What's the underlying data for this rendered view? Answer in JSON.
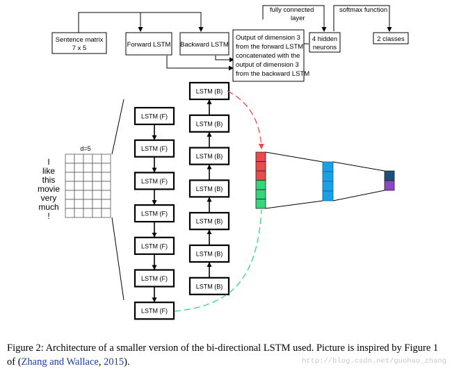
{
  "top_flow": {
    "sentence_matrix_line1": "Sentence matrix",
    "sentence_matrix_line2": "7 x 5",
    "forward_lstm": "Forward LSTM",
    "backward_lstm": "Backward LSTM",
    "concat_lines": [
      "Output of dimension 3",
      "from the forward LSTM",
      "concatenated with the",
      "output of dimension 3",
      "from the backward LSTM"
    ],
    "fc_label_line1": "fully connected",
    "fc_label_line2": "layer",
    "hidden_line1": "4 hidden",
    "hidden_line2": "neurons",
    "softmax_label": "softmax function",
    "classes": "2 classes"
  },
  "matrix": {
    "label": "d=5",
    "rows": 7,
    "cols": 5,
    "words": [
      "I",
      "like",
      "this",
      "movie",
      "very",
      "much",
      "!"
    ]
  },
  "forward_cells": [
    "LSTM (F)",
    "LSTM (F)",
    "LSTM (F)",
    "LSTM (F)",
    "LSTM (F)",
    "LSTM (F)",
    "LSTM (F)"
  ],
  "backward_cells": [
    "LSTM (B)",
    "LSTM (B)",
    "LSTM (B)",
    "LSTM (B)",
    "LSTM (B)",
    "LSTM (B)",
    "LSTM (B)"
  ],
  "vectors": {
    "concat_colors": [
      "#e94a4a",
      "#e94a4a",
      "#e94a4a",
      "#35d67a",
      "#35d67a",
      "#35d67a"
    ],
    "hidden_color": "#1aa0e6",
    "hidden_units": 4,
    "output_colors": [
      "#1e4f7a",
      "#8a47c2"
    ]
  },
  "colors": {
    "backward_arrow": "#e94a4a",
    "forward_arrow": "#35d67a"
  },
  "caption": {
    "text_before": "Figure 2: Architecture of a smaller version of the bi-directional LSTM used. Picture is inspired by Figure 1 of (",
    "citation": "Zhang and Wallace",
    "text_mid": ", ",
    "year": "2015",
    "text_after": ")."
  },
  "watermark": "http://blog.csdn.net/guohao_zhang"
}
